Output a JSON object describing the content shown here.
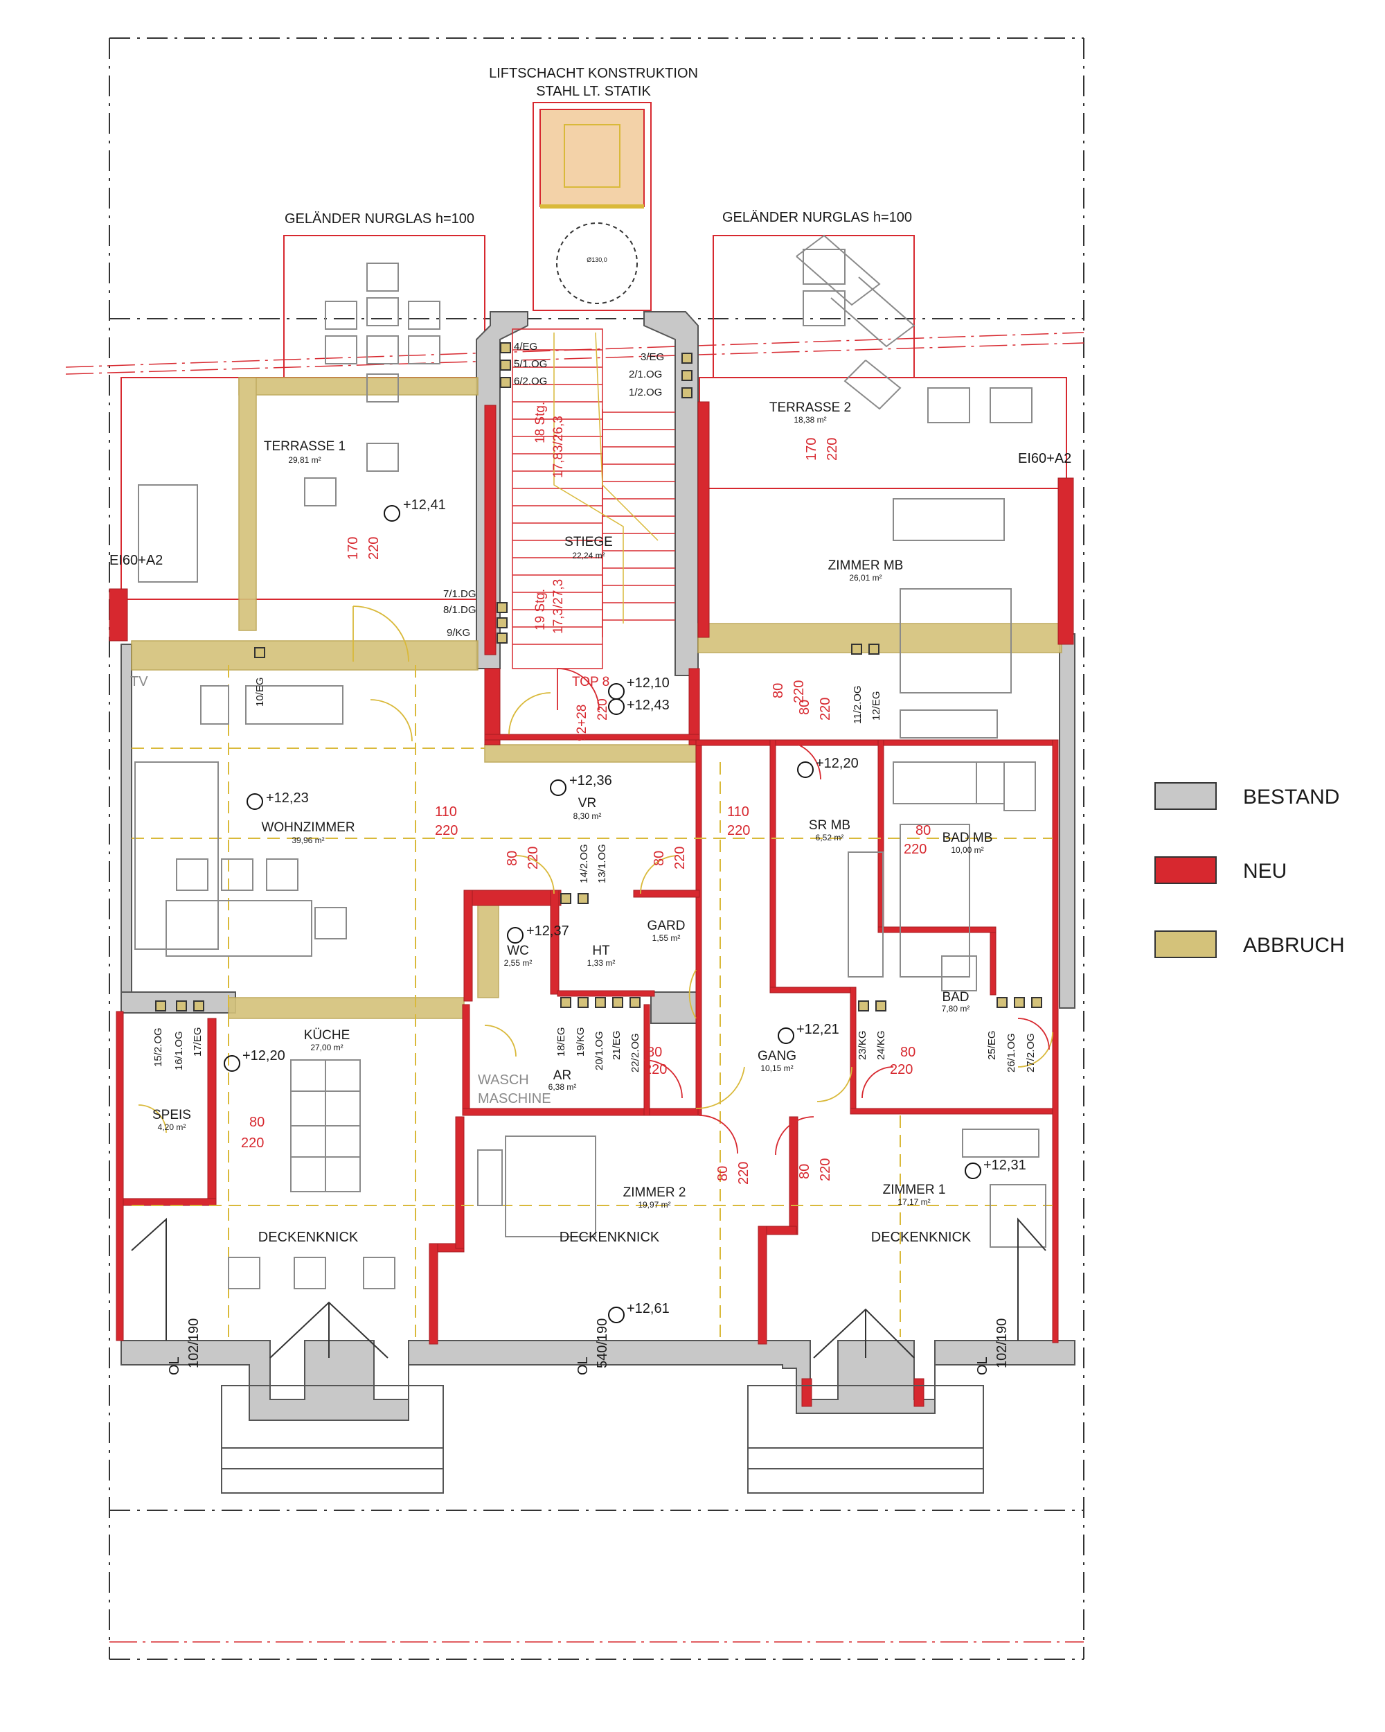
{
  "colors": {
    "bestand": "#c8c8c8",
    "neu": "#d7282f",
    "abbruch": "#d4c27a",
    "line": "#555555",
    "redline": "#d7282f",
    "yellowline": "#d9b93a",
    "furniture": "#8a8a8a"
  },
  "headings": {
    "lift": "LIFTSCHACHT KONSTRUKTION",
    "lift_sub": "STAHL LT. STATIK",
    "rail_left": "GELÄNDER NURGLAS h=100",
    "rail_right": "GELÄNDER NURGLAS h=100",
    "lift_dia": "Ø130,0"
  },
  "rooms": [
    {
      "name": "TERRASSE 1",
      "area": "29,81 m²"
    },
    {
      "name": "STIEGE",
      "area": "22,24 m²"
    },
    {
      "name": "TERRASSE 2",
      "area": "18,38 m²"
    },
    {
      "name": "ZIMMER MB",
      "area": "26,01 m²"
    },
    {
      "name": "WOHNZIMMER",
      "area": "39,96 m²"
    },
    {
      "name": "VR",
      "area": "8,30 m²"
    },
    {
      "name": "SR MB",
      "area": "6,52 m²"
    },
    {
      "name": "BAD MB",
      "area": "10,00 m²"
    },
    {
      "name": "WC",
      "area": "2,55 m²"
    },
    {
      "name": "HT",
      "area": "1,33 m²"
    },
    {
      "name": "GARD",
      "area": "1,55 m²"
    },
    {
      "name": "KÜCHE",
      "area": "27,00 m²"
    },
    {
      "name": "SPEIS",
      "area": "4,20 m²"
    },
    {
      "name": "AR",
      "area": "6,38 m²"
    },
    {
      "name": "GANG",
      "area": "10,15 m²"
    },
    {
      "name": "BAD",
      "area": "7,80 m²"
    },
    {
      "name": "ZIMMER 2",
      "area": "19,97 m²"
    },
    {
      "name": "ZIMMER 1",
      "area": "17,17 m²"
    }
  ],
  "levels": [
    "+12,41",
    "+12,10",
    "+12,43",
    "+12,23",
    "+12,36",
    "+12,20",
    "+12,37",
    "+12,20",
    "+12,21",
    "+12,31",
    "+12,61"
  ],
  "door_dims": [
    [
      "170",
      "220"
    ],
    [
      "170",
      "220"
    ],
    [
      "80",
      "220"
    ],
    [
      "110",
      "220"
    ],
    [
      "80",
      "220"
    ],
    [
      "80",
      "220"
    ],
    [
      "110",
      "220"
    ],
    [
      "80",
      "220"
    ],
    [
      "80",
      "220"
    ],
    [
      "80",
      "220"
    ],
    [
      "80",
      "220"
    ],
    [
      "80",
      "220"
    ],
    [
      "80",
      "220"
    ],
    [
      "80",
      "220"
    ],
    [
      "80",
      "220"
    ]
  ],
  "stair": {
    "upper": "18 Stg.",
    "upper_dim": "17,83/26,3",
    "lower": "19 Stg.",
    "lower_dim": "17,3/27,3"
  },
  "top8": {
    "label": "TOP 8",
    "dim": "92+28",
    "dim2": "220"
  },
  "shafts": [
    "4/EG",
    "5/1.OG",
    "6/2.OG",
    "3/EG",
    "2/1.OG",
    "1/2.OG",
    "7/1.DG",
    "8/1.DG",
    "9/KG",
    "10/EG",
    "11/2.OG",
    "12/EG",
    "14/2.OG",
    "13/1.OG",
    "15/2.OG",
    "16/1.OG",
    "17/EG",
    "18/EG",
    "19/KG",
    "20/1.OG",
    "21/EG",
    "22/2.OG",
    "23/KG",
    "24/KG",
    "25/EG",
    "26/1.OG",
    "27/2.OG"
  ],
  "fire": [
    "EI60+A2",
    "EI60+A2"
  ],
  "ceiling": [
    "DECKENKNICK",
    "DECKENKNICK",
    "DECKENKNICK"
  ],
  "ol": [
    [
      "OL",
      "102/190"
    ],
    [
      "OL",
      "540/190"
    ],
    [
      "OL",
      "102/190"
    ]
  ],
  "misc": {
    "tv": "TV",
    "wasch": "WASCH",
    "maschine": "MASCHINE"
  },
  "legend": [
    {
      "key": "bestand",
      "label": "BESTAND"
    },
    {
      "key": "neu",
      "label": "NEU"
    },
    {
      "key": "abbruch",
      "label": "ABBRUCH"
    }
  ]
}
